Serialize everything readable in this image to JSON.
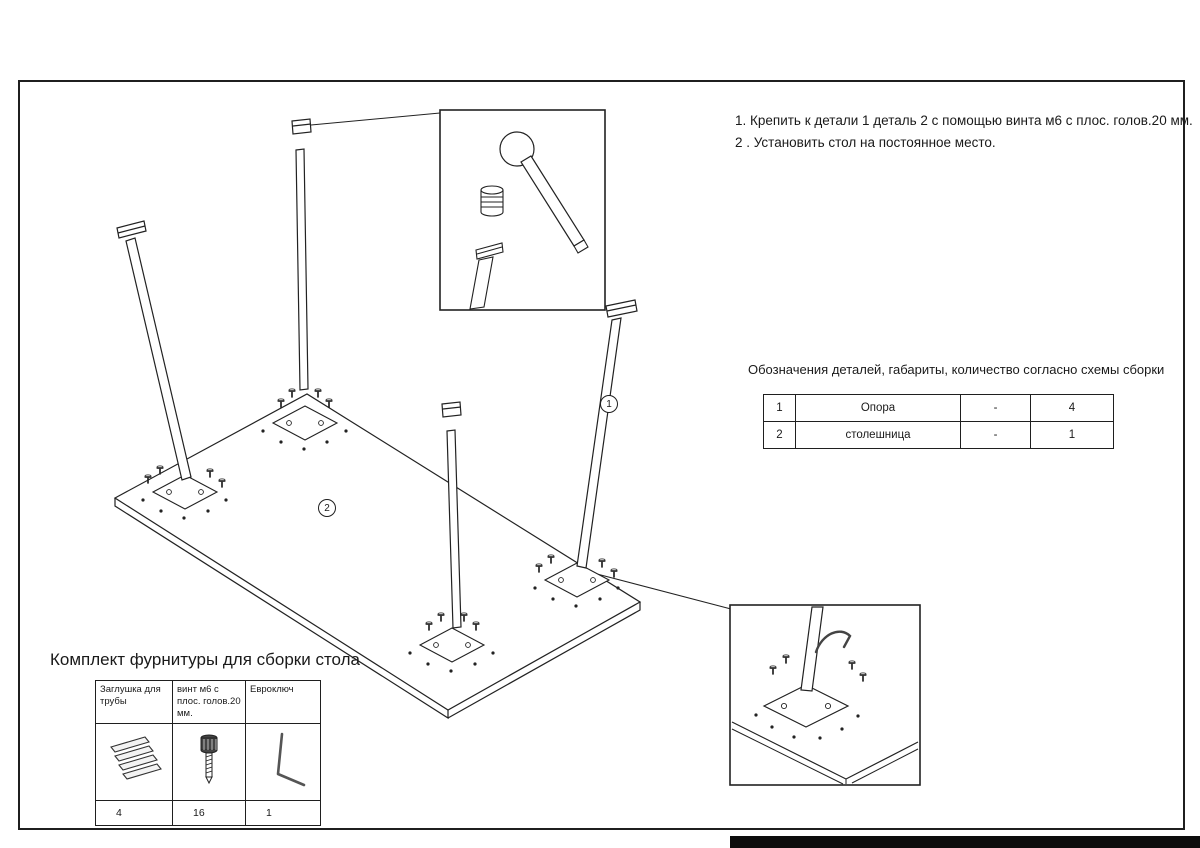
{
  "instructions": {
    "line1": "1. Крепить к детали 1 деталь 2 с помощью винта м6 с плос. голов.20 мм.",
    "line2": "2 . Установить стол на постоянное место."
  },
  "parts_table": {
    "title": "Обозначения деталей, габариты, количество согласно схемы сборки",
    "rows": [
      {
        "num": "1",
        "name": "Опора",
        "dims": "-",
        "qty": "4"
      },
      {
        "num": "2",
        "name": "столешница",
        "dims": "-",
        "qty": "1"
      }
    ]
  },
  "hardware_kit": {
    "title": "Комплект фурнитуры для сборки стола",
    "columns": [
      {
        "label": "Заглушка для трубы",
        "icon": "tube-plug-icon",
        "qty": "4"
      },
      {
        "label": "винт м6 с плос. голов.20 мм.",
        "icon": "screw-icon",
        "qty": "16"
      },
      {
        "label": "Евроключ",
        "icon": "hex-key-icon",
        "qty": "1"
      }
    ]
  },
  "callouts": {
    "part1": "1",
    "part2": "2"
  }
}
